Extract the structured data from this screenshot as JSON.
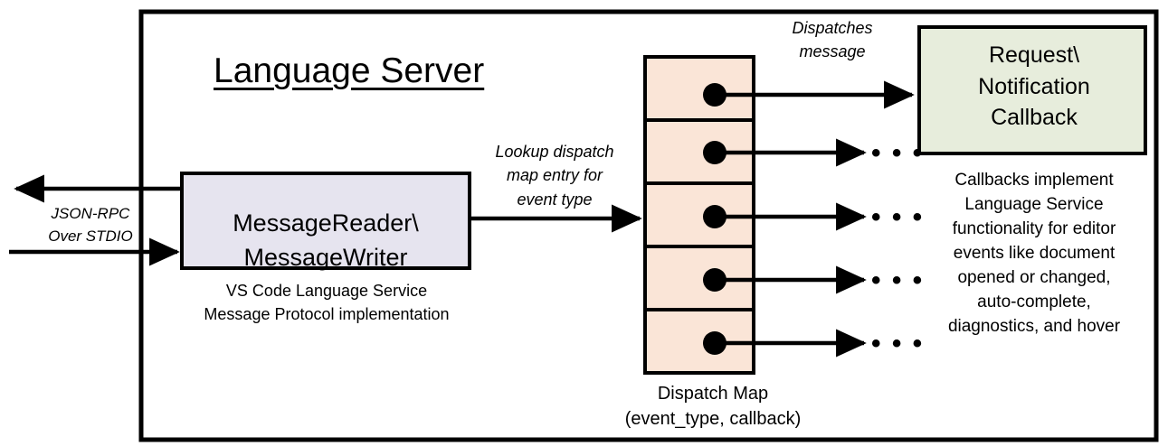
{
  "diagram": {
    "title": "Language Server",
    "outer_frame": {
      "name": "language-server-boundary"
    },
    "io_label": "JSON-RPC\nOver STDIO",
    "reader_box": {
      "label": "MessageReader\\\nMessageWriter",
      "caption": "VS Code Language Service\nMessage Protocol implementation",
      "fill": "#E6E4EF",
      "stroke": "#000000"
    },
    "lookup_edge_label": "Lookup dispatch\nmap entry for\nevent type",
    "dispatch_map": {
      "caption": "Dispatch Map\n(event_type, callback)",
      "cell_fill": "#FAE5D7",
      "cell_stroke": "#000000",
      "cell_count": 5,
      "cells": [
        {
          "index": 1,
          "target": "Request\\ Notification Callback"
        },
        {
          "index": 2,
          "target": "..."
        },
        {
          "index": 3,
          "target": "..."
        },
        {
          "index": 4,
          "target": "..."
        },
        {
          "index": 5,
          "target": "..."
        }
      ]
    },
    "dispatch_edge_label": "Dispatches\nmessage",
    "callback_box": {
      "label": "Request\\\nNotification\nCallback",
      "caption": "Callbacks implement\nLanguage Service\nfunctionality for editor\nevents like document\nopened or changed,\nauto-complete,\ndiagnostics, and hover",
      "fill": "#E7EDDC",
      "stroke": "#000000"
    },
    "ellipsis_glyph": "• • •",
    "ellipsis_text": "...",
    "colors": {
      "background": "#FFFFFF",
      "line": "#000000",
      "reader_fill": "#E6E4EF",
      "map_fill": "#FAE5D7",
      "callback_fill": "#E7EDDC"
    }
  }
}
